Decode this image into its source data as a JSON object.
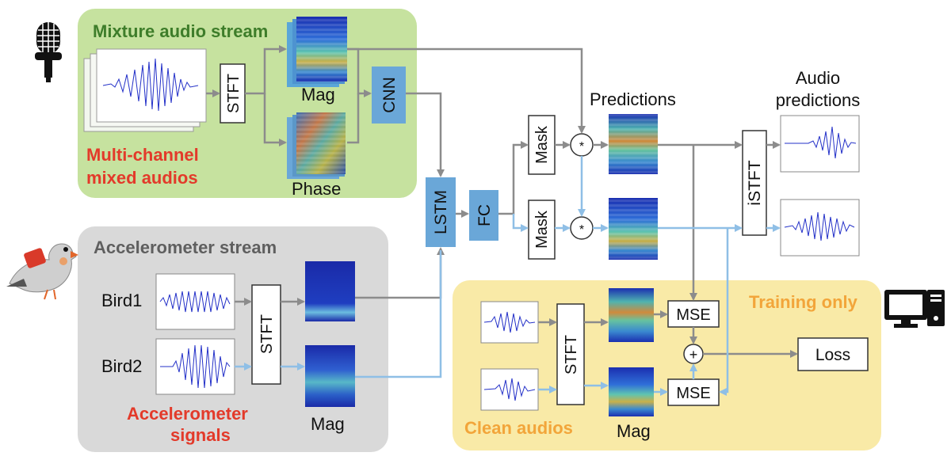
{
  "panels": {
    "mixture": {
      "title": "Mixture audio stream",
      "subtitle_line1": "Multi-channel",
      "subtitle_line2": "mixed audios"
    },
    "accelerometer": {
      "title": "Accelerometer stream",
      "subtitle_line1": "Accelerometer",
      "subtitle_line2": "signals"
    },
    "training": {
      "title": "Training only",
      "subtitle": "Clean audios"
    }
  },
  "blocks": {
    "stft": "STFT",
    "cnn": "CNN",
    "lstm": "LSTM",
    "fc": "FC",
    "mask": "Mask",
    "istft": "iSTFT",
    "mse": "MSE",
    "loss": "Loss",
    "multiply": "*",
    "plus": "+"
  },
  "labels": {
    "mag": "Mag",
    "phase": "Phase",
    "predictions": "Predictions",
    "audio_predictions_line1": "Audio",
    "audio_predictions_line2": "predictions",
    "bird1": "Bird1",
    "bird2": "Bird2"
  },
  "colors": {
    "mixture_panel": "#c6e29f",
    "accel_panel": "#d9d9d9",
    "training_panel": "#f9eaa7",
    "mixture_title": "#3e7d2a",
    "accel_title": "#5f5f5f",
    "training_title": "#f2a53a",
    "red_label": "#e33a2a",
    "block_blue": "#6aa7d8",
    "gray_arrow": "#8c8c8c",
    "blue_arrow": "#8fbfe6"
  },
  "icons": [
    "microphone-icon",
    "bird-icon",
    "computer-icon"
  ]
}
